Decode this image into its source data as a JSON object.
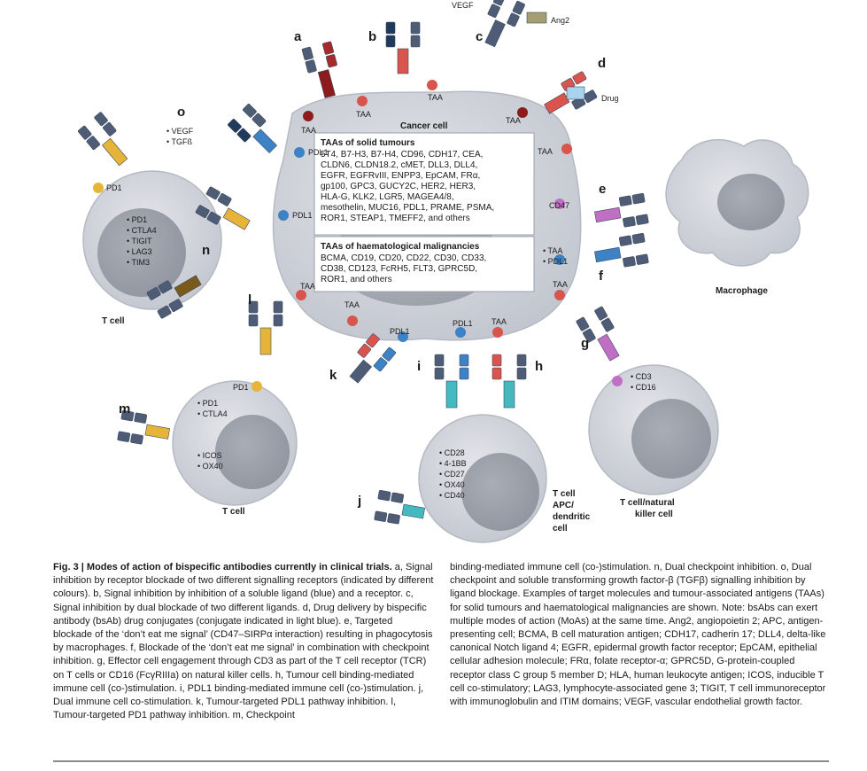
{
  "figure": {
    "panel_letters": [
      "a",
      "b",
      "c",
      "d",
      "e",
      "f",
      "g",
      "h",
      "i",
      "j",
      "k",
      "l",
      "m",
      "n",
      "o"
    ],
    "labels": {
      "vegf_top": "VEGF",
      "ang2": "Ang2",
      "drug": "Drug",
      "cancer_cell": "Cancer cell",
      "macrophage": "Macrophage",
      "taa": "TAA",
      "pdl1": "PDL1",
      "pd1": "PD1",
      "cd47": "CD47",
      "tcell_left": "T cell",
      "tcell_bottom": "T cell",
      "tcell_nk": [
        "T cell/natural",
        "killer cell"
      ],
      "tcell_apc": [
        "T cell",
        "APC/",
        "dendritic",
        "cell"
      ]
    },
    "o_list": [
      "VEGF",
      "TGFß"
    ],
    "tcell_left_list": [
      "PD1",
      "CTLA4",
      "TIGIT",
      "LAG3",
      "TIM3"
    ],
    "tcell_bottom_list": [
      "PD1",
      "CTLA4"
    ],
    "tcell_bottom_list2": [
      "ICOS",
      "OX40"
    ],
    "nk_list": [
      "CD3",
      "CD16"
    ],
    "apc_list": [
      "CD28",
      "4-1BB",
      "CD27",
      "OX40",
      "CD40"
    ],
    "f_list": [
      "TAA",
      "PDL1"
    ],
    "solid_box": {
      "title": "TAAs of solid tumours",
      "lines": [
        "5T4, B7-H3, B7-H4, CD96, CDH17, CEA,",
        "CLDN6, CLDN18.2, cMET, DLL3, DLL4,",
        "EGFR, EGFRvIII, ENPP3, EpCAM, FRα,",
        "gp100, GPC3, GUCY2C, HER2, HER3,",
        "HLA-G, KLK2, LGR5, MAGEA4/8,",
        "mesothelin, MUC16, PDL1, PRAME, PSMA,",
        "ROR1, STEAP1, TMEFF2, and others"
      ]
    },
    "heme_box": {
      "title": "TAAs of haematological malignancies",
      "lines": [
        "BCMA, CD19, CD20, CD22, CD30, CD33,",
        "CD38, CD123, FcRH5, FLT3, GPRC5D,",
        "ROR1, and others"
      ]
    }
  },
  "caption": {
    "fig_label": "Fig. 3 | ",
    "title": "Modes of action of bispecific antibodies currently in clinical trials.",
    "left_body": " a, Signal inhibition by receptor blockade of two different signalling receptors (indicated by different colours). b, Signal inhibition by inhibition of a soluble ligand (blue) and a receptor. c, Signal inhibition by dual blockade of two different ligands. d, Drug delivery by bispecific antibody (bsAb) drug conjugates (conjugate indicated in light blue). e, Targeted blockade of the ‘don’t eat me signal’ (CD47–SIRPα interaction) resulting in phagocytosis by macrophages. f, Blockade of the ‘don’t eat me signal’ in combination with checkpoint inhibition. g, Effector cell engagement through CD3 as part of the T cell receptor (TCR) on T cells or CD16 (FcγRIIIa) on natural killer cells. h, Tumour cell binding-mediated immune cell (co-)stimulation. i, PDL1 binding-mediated immune cell (co-)stimulation. j, Dual immune cell co-stimulation. k, Tumour-targeted PDL1 pathway inhibition. l, Tumour-targeted PD1 pathway inhibition. m, Checkpoint",
    "right_body": "binding-mediated immune cell (co-)stimulation. n, Dual checkpoint inhibition. o, Dual checkpoint and soluble transforming growth factor-β (TGFβ) signalling inhibition by ligand blockage. Examples of target molecules and tumour-associated antigens (TAAs) for solid tumours and haematological malignancies are shown. Note: bsAbs can exert multiple modes of action (MoAs) at the same time. Ang2, angiopoietin 2; APC, antigen-presenting cell; BCMA, B cell maturation antigen; CDH17, cadherin 17; DLL4, delta-like canonical Notch ligand 4; EGFR, epidermal growth factor receptor; EpCAM, epithelial cellular adhesion molecule; FRα, folate receptor-α; GPRC5D, G-protein-coupled receptor class C group 5 member D; HLA, human leukocyte antigen; ICOS, inducible T cell co-stimulatory; LAG3, lymphocyte-associated gene 3; TIGIT, T cell immunoreceptor with immunoglobulin and ITIM domains; VEGF, vascular endothelial growth factor."
  },
  "colors": {
    "antibody": "#4e5d75",
    "cell_fill": "#c9ccd3",
    "taa_red": "#d9544d",
    "pdl1_blue": "#3d82c4",
    "pd1_yellow": "#e7b43a",
    "teal": "#44b9bf",
    "purple": "#c06fc4",
    "dark_red": "#8c1b1b"
  }
}
